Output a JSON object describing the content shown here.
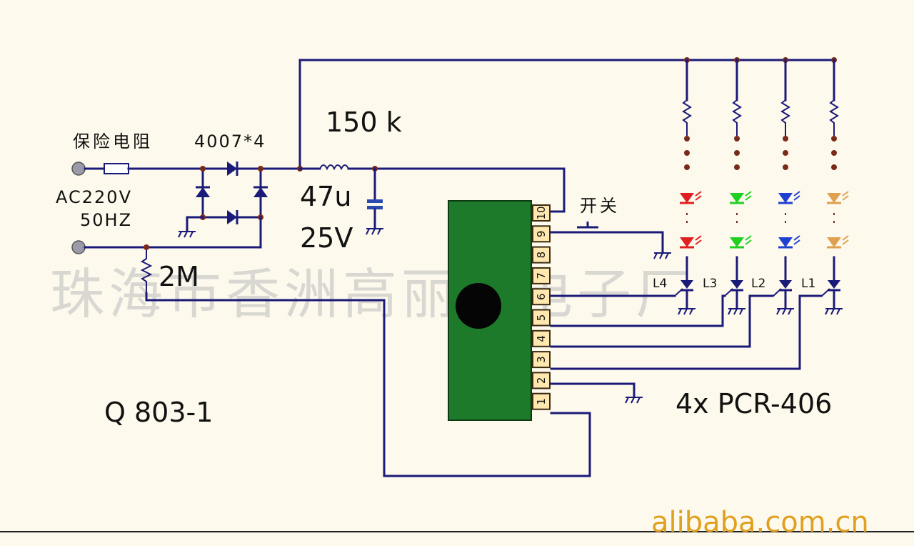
{
  "labels": {
    "fuse_resistor": "保险电阻",
    "diodes": "4007*4",
    "ac_voltage": "AC220V",
    "ac_freq": "50HZ",
    "resistor_150k": "150 k",
    "cap_value": "47u",
    "cap_voltage": "25V",
    "resistor_2m": "2M",
    "switch": "开关",
    "model": "Q 803-1",
    "led_driver": "4x PCR-406",
    "l1": "L1",
    "l2": "L2",
    "l3": "L3",
    "l4": "L4"
  },
  "watermark": "珠海市香洲高丽宝电子厂",
  "brand": "alibaba.com.cn",
  "ic_pins": [
    "10",
    "9",
    "8",
    "7",
    "6",
    "5",
    "4",
    "3",
    "2",
    "1"
  ],
  "led_colors": {
    "L4": "#e02020",
    "L3": "#20d020",
    "L2": "#2040d0",
    "L1": "#e0a050"
  },
  "colors": {
    "ic_body": "#1d7a2a",
    "wire": "#1a1a78",
    "background": "#fdf9ec"
  }
}
